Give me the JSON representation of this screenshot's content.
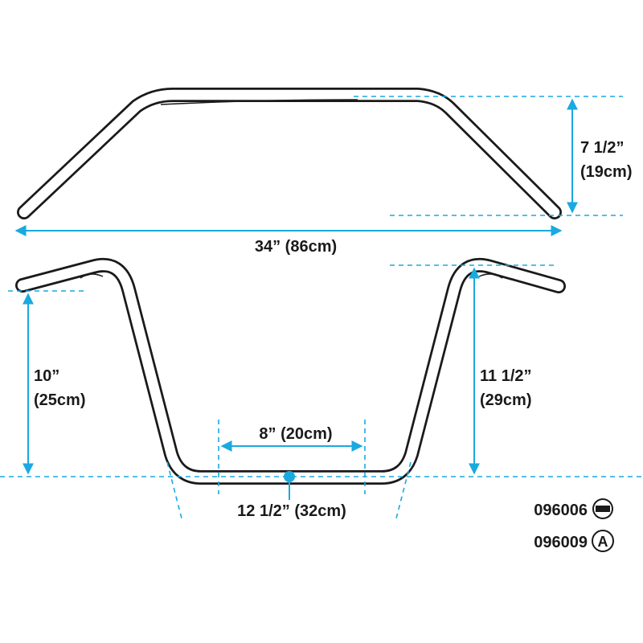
{
  "dimensions": {
    "overall_width": "34” (86cm)",
    "rise_top_line1": "7 1/2”",
    "rise_top_line2": "(19cm)",
    "rise_left_line1": "10”",
    "rise_left_line2": "(25cm)",
    "rise_right_line1": "11 1/2”",
    "rise_right_line2": "(29cm)",
    "center_width": "8” (20cm)",
    "base_width": "12 1/2” (32cm)"
  },
  "part_numbers": [
    {
      "number": "096006",
      "badge": "minus"
    },
    {
      "number": "096009",
      "badge": "A"
    }
  ],
  "colors": {
    "dimension": "#1aa9e0",
    "outline": "#1a1a1a",
    "fill": "#ffffff"
  }
}
